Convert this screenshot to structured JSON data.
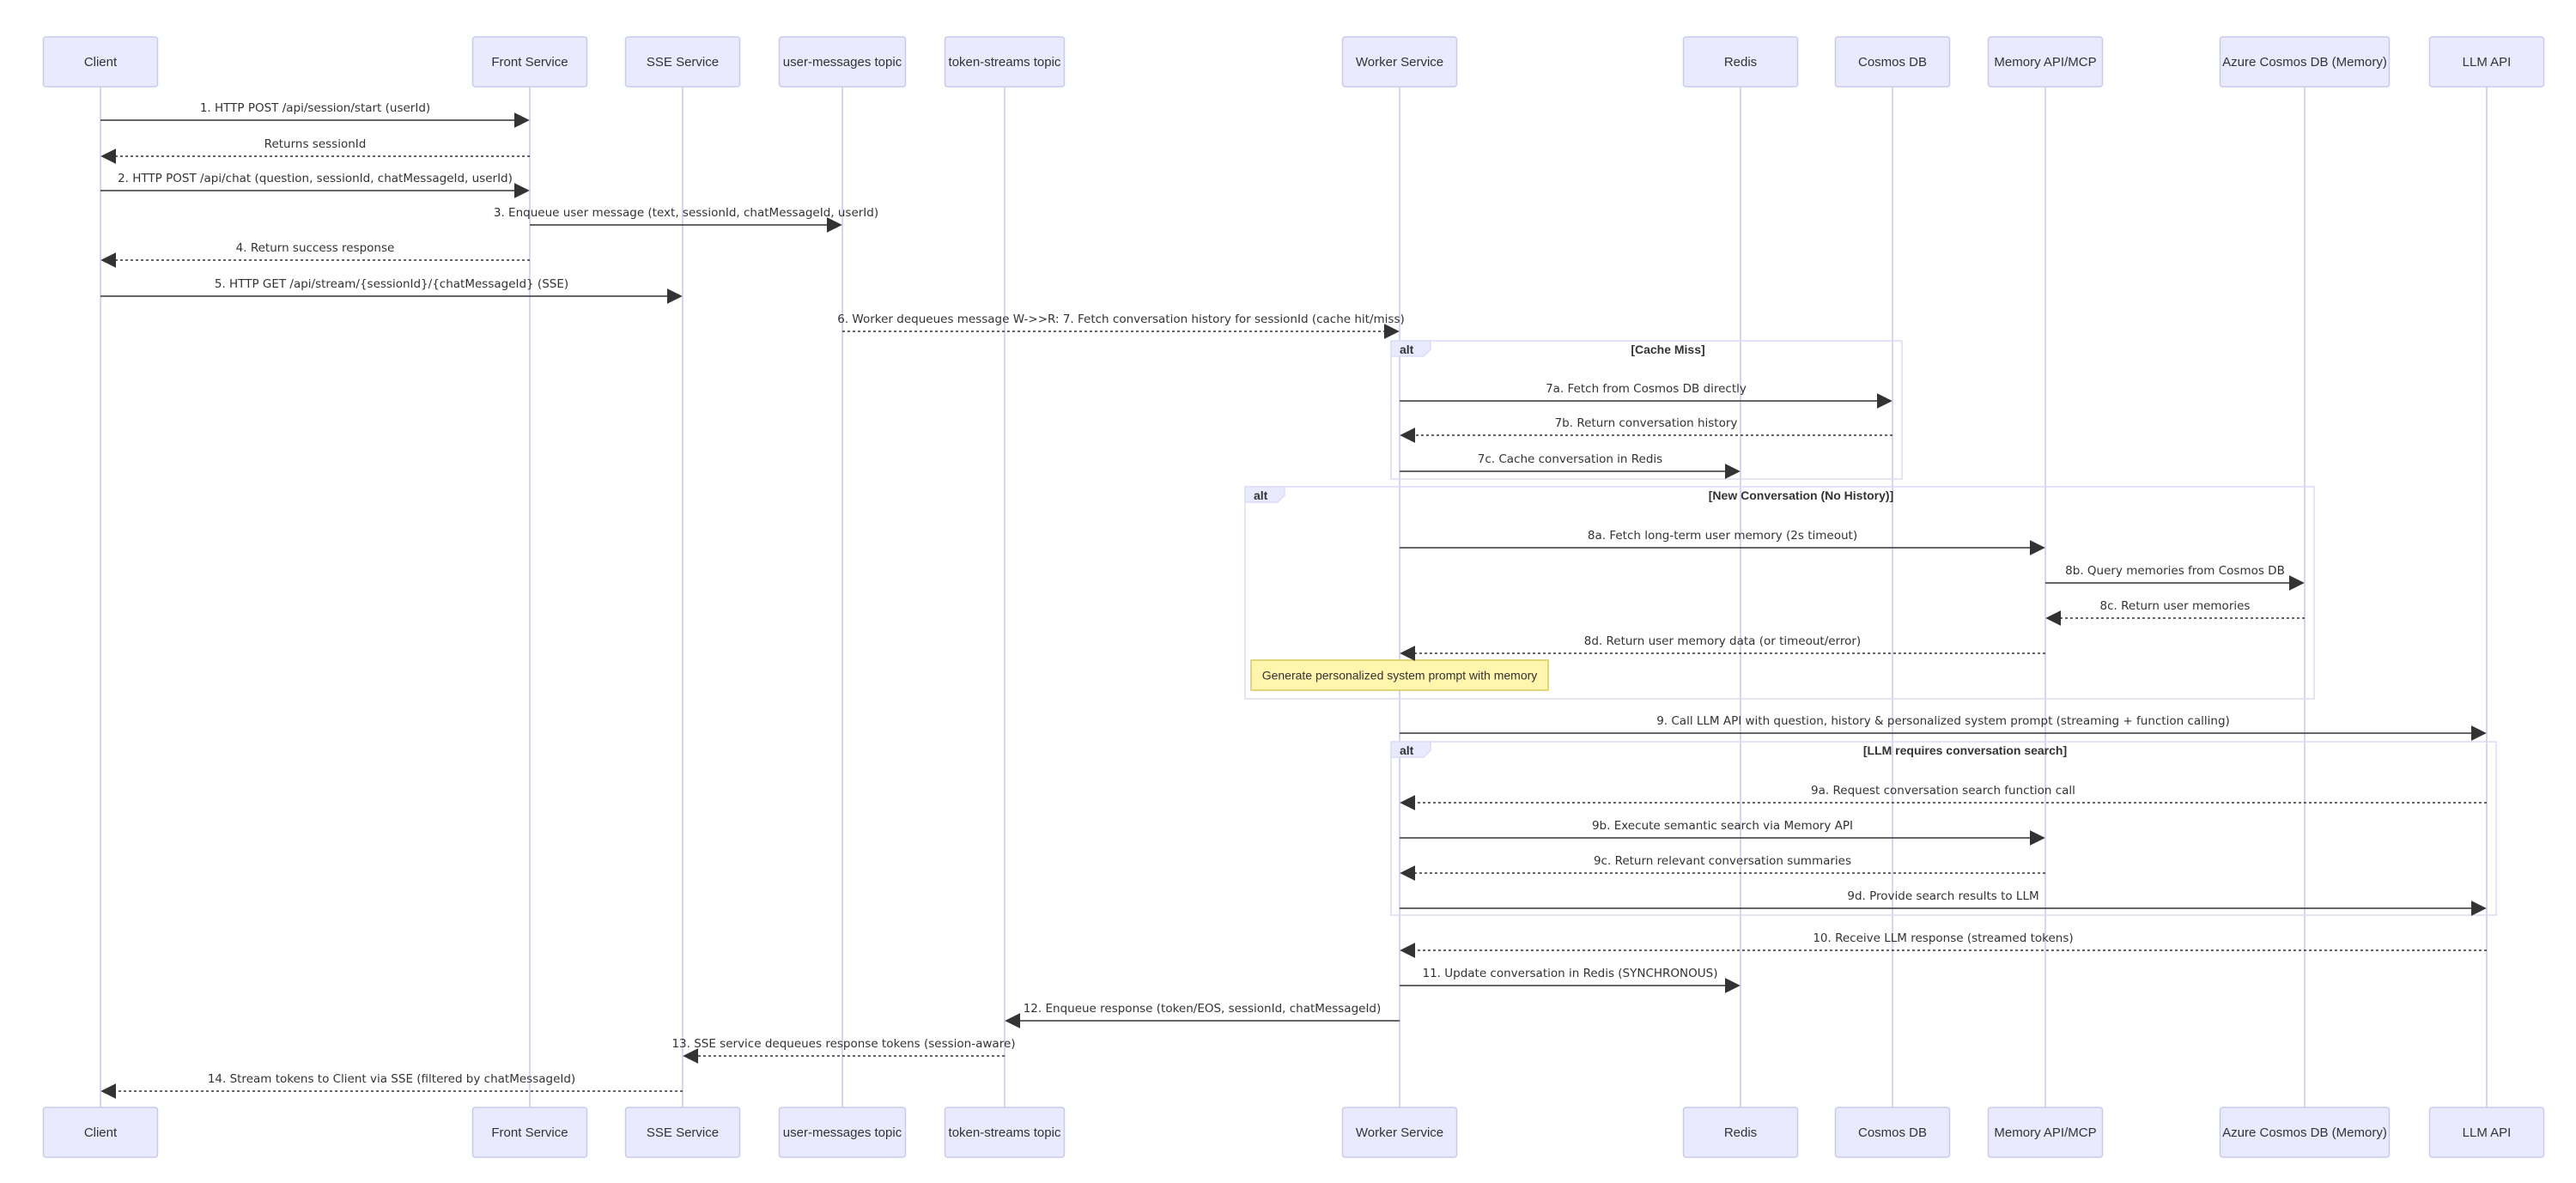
{
  "colors": {
    "actor_fill": "#eaeaff",
    "actor_stroke": "#c9c9ef",
    "lifeline": "#c9c9ef",
    "line": "#333333",
    "text": "#333333",
    "alt_stroke": "#dcdcf5",
    "alt_label_fill": "#eaeaff",
    "note_fill": "#fff5ad",
    "note_stroke": "#d5c95a"
  },
  "participants": [
    {
      "id": "client",
      "label": "Client"
    },
    {
      "id": "front",
      "label": "Front Service"
    },
    {
      "id": "sse",
      "label": "SSE Service"
    },
    {
      "id": "um",
      "label": "user-messages topic"
    },
    {
      "id": "ts",
      "label": "token-streams topic"
    },
    {
      "id": "worker",
      "label": "Worker Service"
    },
    {
      "id": "redis",
      "label": "Redis"
    },
    {
      "id": "cosmos",
      "label": "Cosmos DB"
    },
    {
      "id": "mem",
      "label": "Memory API/MCP"
    },
    {
      "id": "acos",
      "label": "Azure Cosmos DB (Memory)"
    },
    {
      "id": "llm",
      "label": "LLM API"
    }
  ],
  "messages": [
    {
      "from": "client",
      "to": "front",
      "style": "solid",
      "text": "1. HTTP POST /api/session/start (userId)"
    },
    {
      "from": "front",
      "to": "client",
      "style": "dotted",
      "text": "Returns sessionId"
    },
    {
      "from": "client",
      "to": "front",
      "style": "solid",
      "text": "2. HTTP POST /api/chat (question, sessionId, chatMessageId, userId)"
    },
    {
      "from": "front",
      "to": "um",
      "style": "solid",
      "text": "3. Enqueue user message (text, sessionId, chatMessageId, userId)"
    },
    {
      "from": "front",
      "to": "client",
      "style": "dotted",
      "text": "4. Return success response"
    },
    {
      "from": "client",
      "to": "sse",
      "style": "solid",
      "text": "5. HTTP GET /api/stream/{sessionId}/{chatMessageId} (SSE)"
    },
    {
      "from": "um",
      "to": "worker",
      "style": "dotted",
      "text": "6. Worker dequeues message W->>R: 7. Fetch conversation history for sessionId (cache hit/miss)"
    },
    {
      "from": "worker",
      "to": "cosmos",
      "style": "solid",
      "text": "7a. Fetch from Cosmos DB directly"
    },
    {
      "from": "cosmos",
      "to": "worker",
      "style": "dotted",
      "text": "7b. Return conversation history"
    },
    {
      "from": "worker",
      "to": "redis",
      "style": "solid",
      "text": "7c. Cache conversation in Redis"
    },
    {
      "from": "worker",
      "to": "mem",
      "style": "solid",
      "text": "8a. Fetch long-term user memory (2s timeout)"
    },
    {
      "from": "mem",
      "to": "acos",
      "style": "solid",
      "text": "8b. Query memories from Cosmos DB"
    },
    {
      "from": "acos",
      "to": "mem",
      "style": "dotted",
      "text": "8c. Return user memories"
    },
    {
      "from": "mem",
      "to": "worker",
      "style": "dotted",
      "text": "8d. Return user memory data (or timeout/error)"
    },
    {
      "from": "worker",
      "to": "llm",
      "style": "solid",
      "text": "9. Call LLM API with question, history & personalized system prompt (streaming + function calling)"
    },
    {
      "from": "llm",
      "to": "worker",
      "style": "dotted",
      "text": "9a. Request conversation search function call"
    },
    {
      "from": "worker",
      "to": "mem",
      "style": "solid",
      "text": "9b. Execute semantic search via Memory API"
    },
    {
      "from": "mem",
      "to": "worker",
      "style": "dotted",
      "text": "9c. Return relevant conversation summaries"
    },
    {
      "from": "worker",
      "to": "llm",
      "style": "solid",
      "text": "9d. Provide search results to LLM"
    },
    {
      "from": "llm",
      "to": "worker",
      "style": "dotted",
      "text": "10. Receive LLM response (streamed tokens)"
    },
    {
      "from": "worker",
      "to": "redis",
      "style": "solid",
      "text": "11. Update conversation in Redis (SYNCHRONOUS)"
    },
    {
      "from": "worker",
      "to": "ts",
      "style": "solid",
      "text": "12. Enqueue response (token/EOS, sessionId, chatMessageId)"
    },
    {
      "from": "ts",
      "to": "sse",
      "style": "dotted",
      "text": "13. SSE service dequeues response tokens (session-aware)"
    },
    {
      "from": "sse",
      "to": "client",
      "style": "dotted",
      "text": "14. Stream tokens to Client via SSE (filtered by chatMessageId)"
    }
  ],
  "alt_blocks": [
    {
      "keyword": "alt",
      "condition": "[Cache Miss]",
      "from": "worker",
      "to": "cosmos",
      "first_msg": 7,
      "last_msg": 9
    },
    {
      "keyword": "alt",
      "condition": "[New Conversation (No History)]",
      "from": "worker",
      "to": "acos",
      "first_msg": 10,
      "last_msg": 13,
      "includes_note": true
    },
    {
      "keyword": "alt",
      "condition": "[LLM requires conversation search]",
      "from": "worker",
      "to": "llm",
      "first_msg": 15,
      "last_msg": 18
    }
  ],
  "note": {
    "over": "worker",
    "text": "Generate personalized system prompt with memory"
  }
}
